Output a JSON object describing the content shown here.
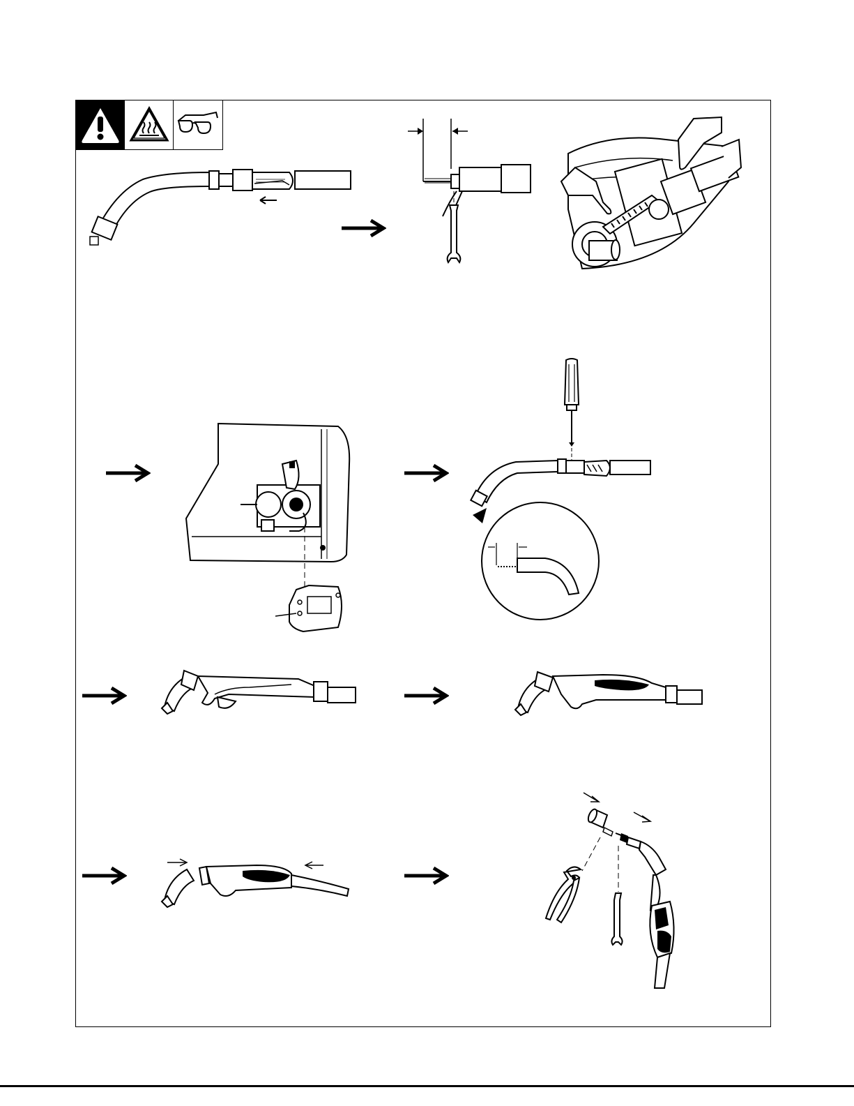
{
  "page": {
    "background": "#ffffff",
    "line_color": "#000000"
  },
  "hazard_icons": [
    {
      "icon": "warning-triangle-icon"
    },
    {
      "icon": "hot-surface-icon"
    },
    {
      "icon": "safety-glasses-icon"
    }
  ],
  "steps": [
    {
      "step": "gun-retract-liner",
      "icon": "welding-gun-icon"
    },
    {
      "step": "trim-liner",
      "icon": "wrench-icon"
    },
    {
      "step": "insert-into-feeder",
      "icon": "drive-roll-icon"
    },
    {
      "step": "secure-in-machine",
      "icon": "feeder-housing-icon"
    },
    {
      "step": "tighten-set-screw",
      "icon": "screwdriver-icon"
    },
    {
      "step": "handle-open",
      "icon": "gun-handle-open-icon"
    },
    {
      "step": "handle-closed",
      "icon": "gun-handle-closed-icon"
    },
    {
      "step": "slide-handle",
      "icon": "gun-handle-slide-icon"
    },
    {
      "step": "install-contact-tip",
      "icon": "pliers-icon"
    }
  ]
}
